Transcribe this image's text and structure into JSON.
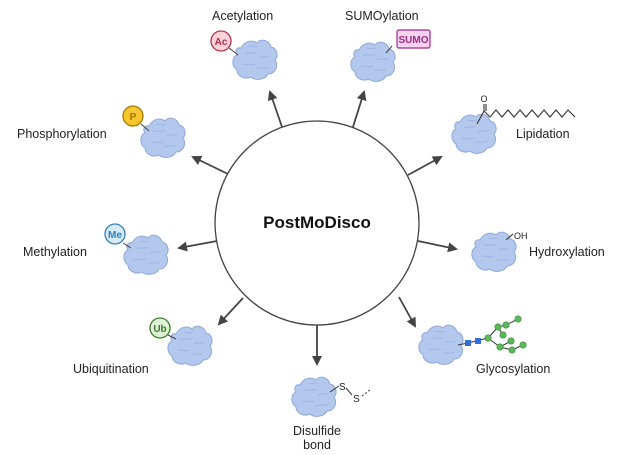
{
  "title": "PostMoDisco",
  "modifications": [
    {
      "id": "acetylation",
      "label": "Acetylation",
      "tag": "Ac"
    },
    {
      "id": "sumoylation",
      "label": "SUMOylation",
      "tag": "SUMO"
    },
    {
      "id": "lipidation",
      "label": "Lipidation",
      "tag": "O"
    },
    {
      "id": "hydroxylation",
      "label": "Hydroxylation",
      "tag": "OH"
    },
    {
      "id": "glycosylation",
      "label": "Glycosylation"
    },
    {
      "id": "disulfide",
      "label_line1": "Disulfide",
      "label_line2": "bond",
      "tag": "S"
    },
    {
      "id": "ubiquitination",
      "label": "Ubiquitination",
      "tag": "Ub"
    },
    {
      "id": "methylation",
      "label": "Methylation",
      "tag": "Me"
    },
    {
      "id": "phosphorylation",
      "label": "Phosphorylation",
      "tag": "P"
    }
  ],
  "colors": {
    "protein": "#b3c8ec",
    "protein_stroke": "#8fa9d8",
    "arrow": "#444444",
    "acetyl": "#e8405f",
    "sumo": "#b33a9e",
    "phospho": "#f2c230",
    "methyl": "#3a8fc9",
    "ubiquitin": "#4a9a3a",
    "glycan_green": "#5cb85c",
    "glycan_blue": "#2f6fd6"
  }
}
